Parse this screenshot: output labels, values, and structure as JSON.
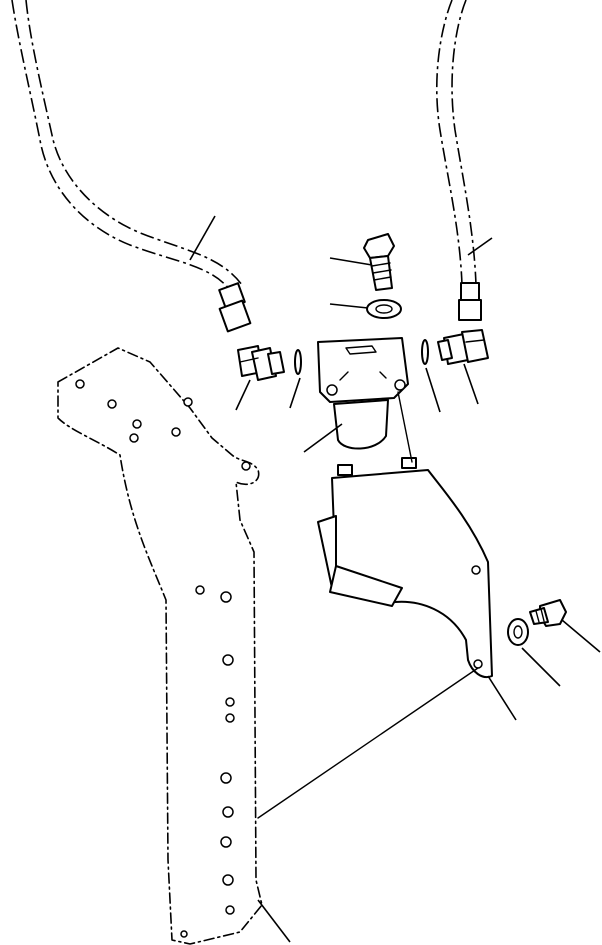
{
  "diagram": {
    "type": "exploded-parts-view",
    "parts": [
      {
        "name": "left-hose"
      },
      {
        "name": "right-hose"
      },
      {
        "name": "bolt-top"
      },
      {
        "name": "washer-top"
      },
      {
        "name": "left-elbow-fitting"
      },
      {
        "name": "right-elbow-fitting"
      },
      {
        "name": "left-o-ring"
      },
      {
        "name": "right-o-ring"
      },
      {
        "name": "valve-block"
      },
      {
        "name": "mounting-bracket"
      },
      {
        "name": "washer-side"
      },
      {
        "name": "bolt-side"
      },
      {
        "name": "frame-column"
      }
    ],
    "callout_count": 13
  }
}
